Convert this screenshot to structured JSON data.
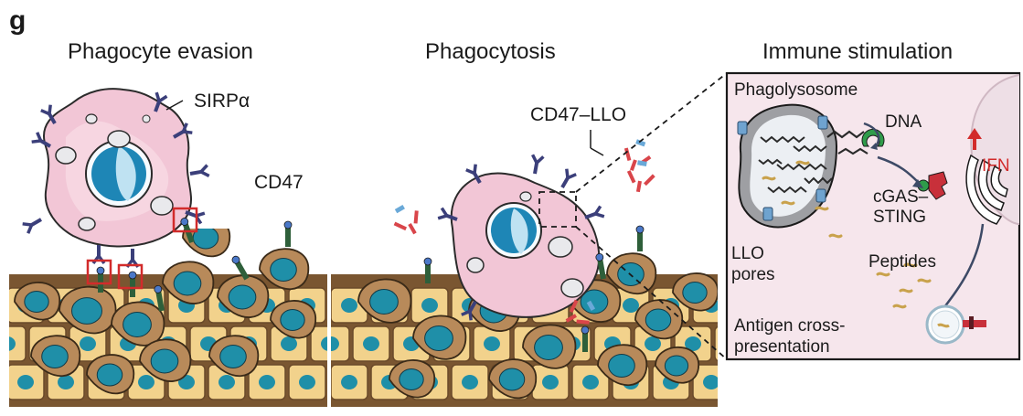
{
  "panel_letter": "g",
  "headings": {
    "left": "Phagocyte evasion",
    "middle": "Phagocytosis",
    "right": "Immune stimulation"
  },
  "labels": {
    "sirpa": "SIRPα",
    "cd47": "CD47",
    "cd47_llo": "CD47–LLO",
    "phagolysosome": "Phagolysosome",
    "dna": "DNA",
    "ifn": "IFN",
    "cgas_line1": "cGAS–",
    "cgas_line2": "STING",
    "llo_line1": "LLO",
    "llo_line2": "pores",
    "peptides": "Peptides",
    "antigen_line1": "Antigen cross-",
    "antigen_line2": "presentation"
  },
  "colors": {
    "macrophage": "#f2c6d6",
    "macrophage_outline": "#b48aa0",
    "nucleus": "#1e86b6",
    "tumor_cell": "#b88a5a",
    "tumor_nucleus": "#1f8fa8",
    "epithelium": "#f2d28c",
    "stroma": "#7a5631",
    "receptor_sirpa": "#3b3f7a",
    "cd47_stalk": "#2e5f3a",
    "cd47_head": "#4a78c8",
    "antibody": "#d9454a",
    "box_red": "#d22b2b",
    "inset_bg": "#f6e6ec",
    "dna": "#2a2a2a",
    "peptide": "#c9a24c",
    "cgas": "#2f9c4a",
    "sting": "#c8303a",
    "accent_red": "#d22b2b"
  },
  "icons": [
    "macrophage-cell",
    "tumor-cell",
    "epithelial-cell",
    "sirpa-receptor",
    "cd47-marker",
    "antibody",
    "dna-strand",
    "peptide",
    "cgas-protein",
    "sting-protein",
    "up-arrow-icon"
  ]
}
